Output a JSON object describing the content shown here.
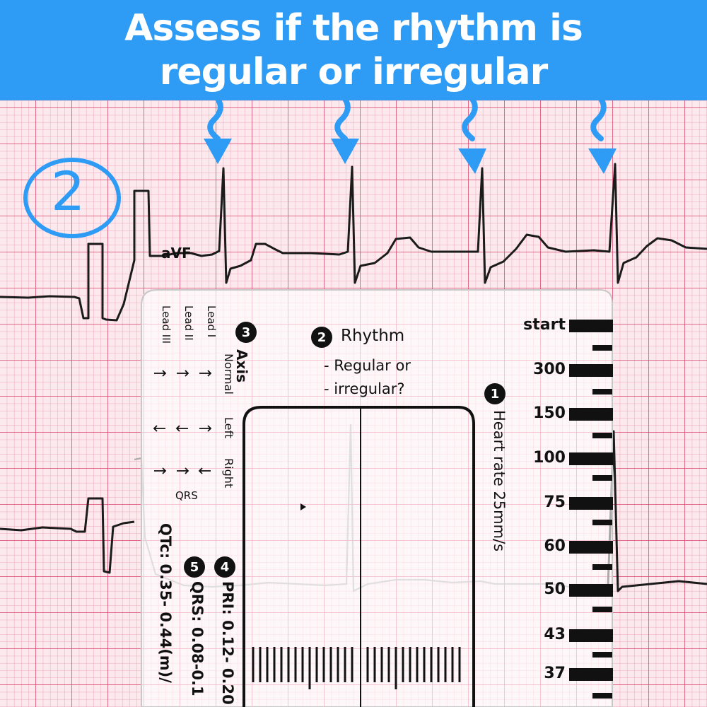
{
  "banner": {
    "line1": "Assess if the rhythm is",
    "line2": "regular or irregular"
  },
  "annotation": {
    "circled_number": "2",
    "lead_label": "aVF"
  },
  "ruler": {
    "rhythm": {
      "number": "2",
      "title": "Rhythm",
      "line1": "- Regular or",
      "line2": "- irregular?"
    },
    "axis": {
      "number": "3",
      "title": "Axis",
      "rows": [
        "Normal",
        "Left",
        "Right"
      ],
      "leads": [
        "Lead I",
        "Lead II",
        "Lead III"
      ],
      "qrs": "QRS"
    },
    "heart_rate": {
      "number": "1",
      "title": "Heart rate 25mm/s",
      "labels": [
        "start",
        "300",
        "150",
        "100",
        "75",
        "60",
        "50",
        "43",
        "37"
      ]
    },
    "pri": {
      "number": "4",
      "text": "PRI: 0.12- 0.20"
    },
    "qrs": {
      "number": "5",
      "text": "QRS: 0.08-0.1"
    },
    "qtc": {
      "text": "QTc: 0.35- 0.44(m)/"
    }
  },
  "colors": {
    "banner": "#2e9bf4",
    "grid_minor": "#f0a6b8",
    "grid_major": "#d9416a",
    "trace": "#1b1b1b",
    "arrow": "#2e9bf4"
  }
}
